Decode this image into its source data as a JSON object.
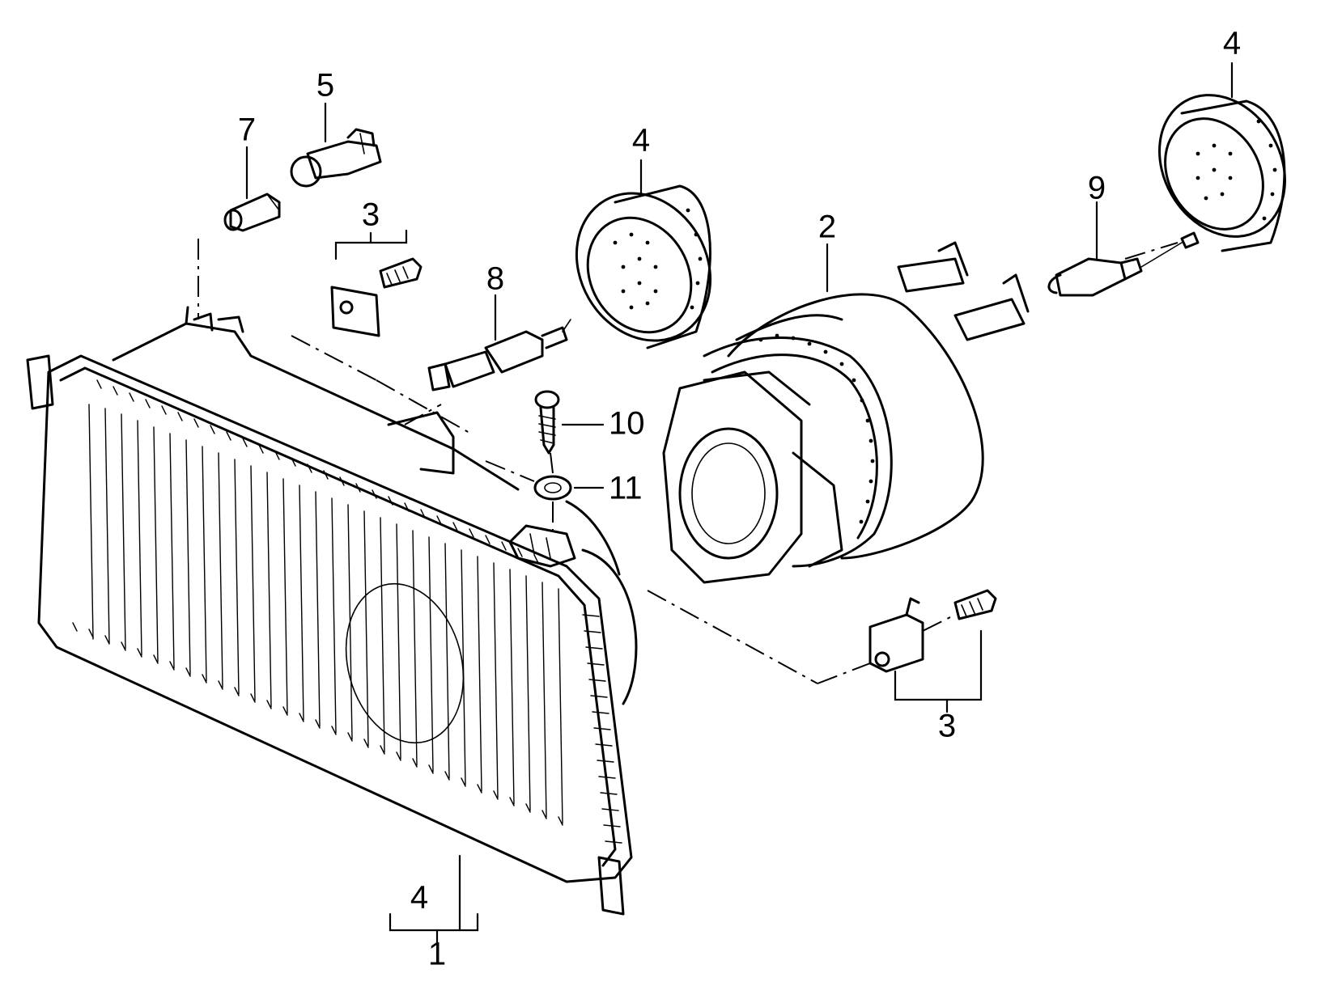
{
  "callouts": {
    "c1": "1",
    "c2": "2",
    "c3a": "3",
    "c3b": "3",
    "c4a": "4",
    "c4b": "4",
    "c4c": "4",
    "c5": "5",
    "c7": "7",
    "c8": "8",
    "c9": "9",
    "c10": "10",
    "c11": "11"
  }
}
